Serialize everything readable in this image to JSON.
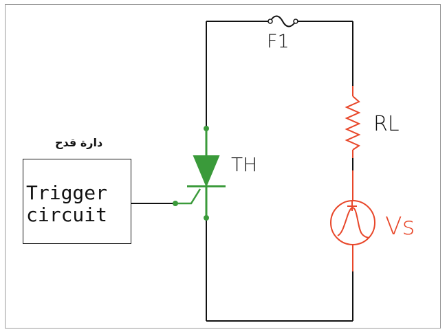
{
  "labels": {
    "fuse": "F1",
    "resistor": "RL",
    "thyristor": "TH",
    "source": "Vs",
    "arabic_caption": "دارة قدح",
    "trigger_line1": "Trigger",
    "trigger_line2": "circuit"
  },
  "colors": {
    "wire": "#111111",
    "thyristor": "#3a9a3a",
    "load_and_source": "#e8472a",
    "frame": "#9a9a9a"
  }
}
